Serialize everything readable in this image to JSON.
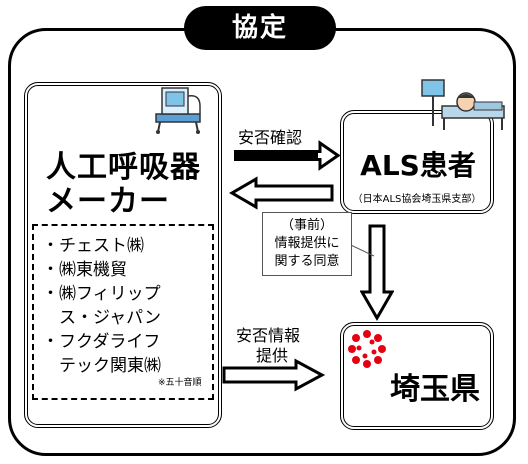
{
  "title": "協定",
  "maker": {
    "name_line1": "人工呼吸器",
    "name_line2": "メーカー",
    "list": [
      "・チェスト㈱",
      "・㈱東機貿",
      "・㈱フィリップ",
      "　ス・ジャパン",
      "・フクダライフ",
      "　テック関東㈱"
    ],
    "note": "※五十音順"
  },
  "als": {
    "title": "ALS患者",
    "subtitle": "（日本ALS協会埼玉県支部）"
  },
  "saitama": {
    "title": "埼玉県"
  },
  "arrows": {
    "safety_check_label": "安否確認",
    "safety_info_label_line1": "安否情報",
    "safety_info_label_line2": "提供"
  },
  "consent": {
    "line1": "（事前）",
    "line2": "情報提供に",
    "line3": "関する同意"
  },
  "colors": {
    "pill_bg": "#000000",
    "logo_red": "#e60012",
    "monitor_blue": "#7fc4e8"
  },
  "icons": [
    "ventilator-icon",
    "patient-bed-icon",
    "saitama-logo-icon"
  ]
}
